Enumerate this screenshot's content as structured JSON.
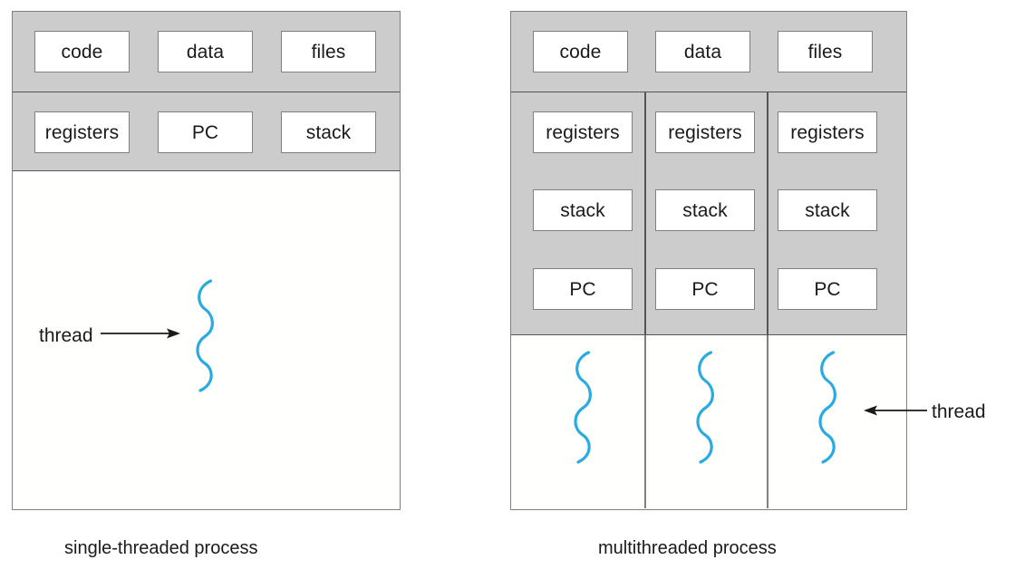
{
  "diagram": {
    "title_left": "single-threaded process",
    "title_right": "multithreaded process",
    "accent_thread_color": "#29abe2",
    "shared_band_color": "#cccccc",
    "box_border_color": "#808080",
    "panel_border_color": "#808080",
    "text_color": "#1a1a1a"
  },
  "single_threaded": {
    "shared_resources": [
      {
        "label": "code"
      },
      {
        "label": "data"
      },
      {
        "label": "files"
      }
    ],
    "thread_state": [
      {
        "label": "registers"
      },
      {
        "label": "PC"
      },
      {
        "label": "stack"
      }
    ],
    "annotation": {
      "label": "thread",
      "direction": "right"
    },
    "threads_count": 1,
    "caption": "single-threaded process"
  },
  "multithreaded": {
    "shared_resources": [
      {
        "label": "code"
      },
      {
        "label": "data"
      },
      {
        "label": "files"
      }
    ],
    "thread_columns": [
      {
        "registers": "registers",
        "stack": "stack",
        "pc": "PC"
      },
      {
        "registers": "registers",
        "stack": "stack",
        "pc": "PC"
      },
      {
        "registers": "registers",
        "stack": "stack",
        "pc": "PC"
      }
    ],
    "annotation": {
      "label": "thread",
      "direction": "left"
    },
    "threads_count": 3,
    "caption": "multithreaded process"
  }
}
